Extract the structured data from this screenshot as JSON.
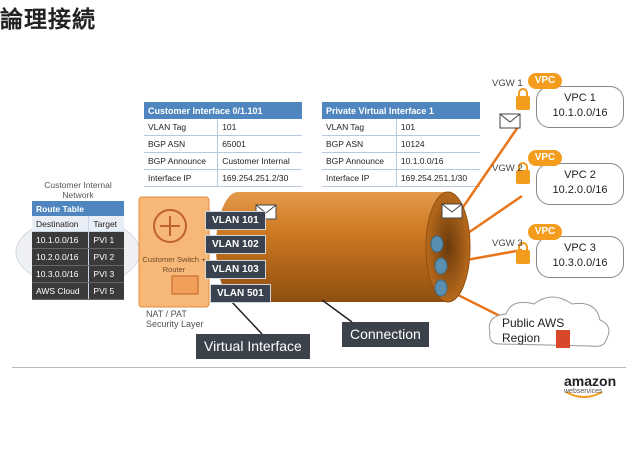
{
  "title": "論理接続",
  "customer_interface": {
    "header": "Customer Interface 0/1.101",
    "rows": [
      {
        "key": "VLAN Tag",
        "value": "101"
      },
      {
        "key": "BGP ASN",
        "value": "65001"
      },
      {
        "key": "BGP Announce",
        "value": "Customer Internal"
      },
      {
        "key": "Interface IP",
        "value": "169.254.251.2/30"
      }
    ]
  },
  "private_virtual_interface": {
    "header": "Private Virtual Interface 1",
    "rows": [
      {
        "key": "VLAN Tag",
        "value": "101"
      },
      {
        "key": "BGP ASN",
        "value": "10124"
      },
      {
        "key": "BGP Announce",
        "value": "10.1.0.0/16"
      },
      {
        "key": "Interface IP",
        "value": "169.254.251.1/30"
      }
    ]
  },
  "customer_network_label": "Customer Internal Network",
  "route_table": {
    "title": "Route Table",
    "columns": [
      "Destination",
      "Target"
    ],
    "rows": [
      [
        "10.1.0.0/16",
        "PVI 1"
      ],
      [
        "10.2.0.0/16",
        "PVI 2"
      ],
      [
        "10.3.0.0/16",
        "PVI 3"
      ],
      [
        "AWS Cloud",
        "PVI 5"
      ]
    ]
  },
  "router_label": "Customer Switch + Router",
  "nat_label": "NAT / PAT Security Layer",
  "vlans": [
    "VLAN 101",
    "VLAN 102",
    "VLAN 103",
    "VLAN 501"
  ],
  "virtual_interface_label": "Virtual Interface",
  "connection_label": "Connection",
  "vpcs": [
    {
      "gateway": "VGW 1",
      "tag": "VPC",
      "name": "VPC 1",
      "cidr": "10.1.0.0/16"
    },
    {
      "gateway": "VGW 2",
      "tag": "VPC",
      "name": "VPC 2",
      "cidr": "10.2.0.0/16"
    },
    {
      "gateway": "VGW 3",
      "tag": "VPC",
      "name": "VPC 3",
      "cidr": "10.3.0.0/16"
    }
  ],
  "public_region": "Public AWS Region",
  "brand": {
    "name": "amazon",
    "sub": "webservices"
  },
  "colors": {
    "accent": "#f39c1e",
    "table_header": "#4f86bf",
    "dark": "#3b424b",
    "tube": "#c8731e",
    "link": "#e8751a"
  }
}
